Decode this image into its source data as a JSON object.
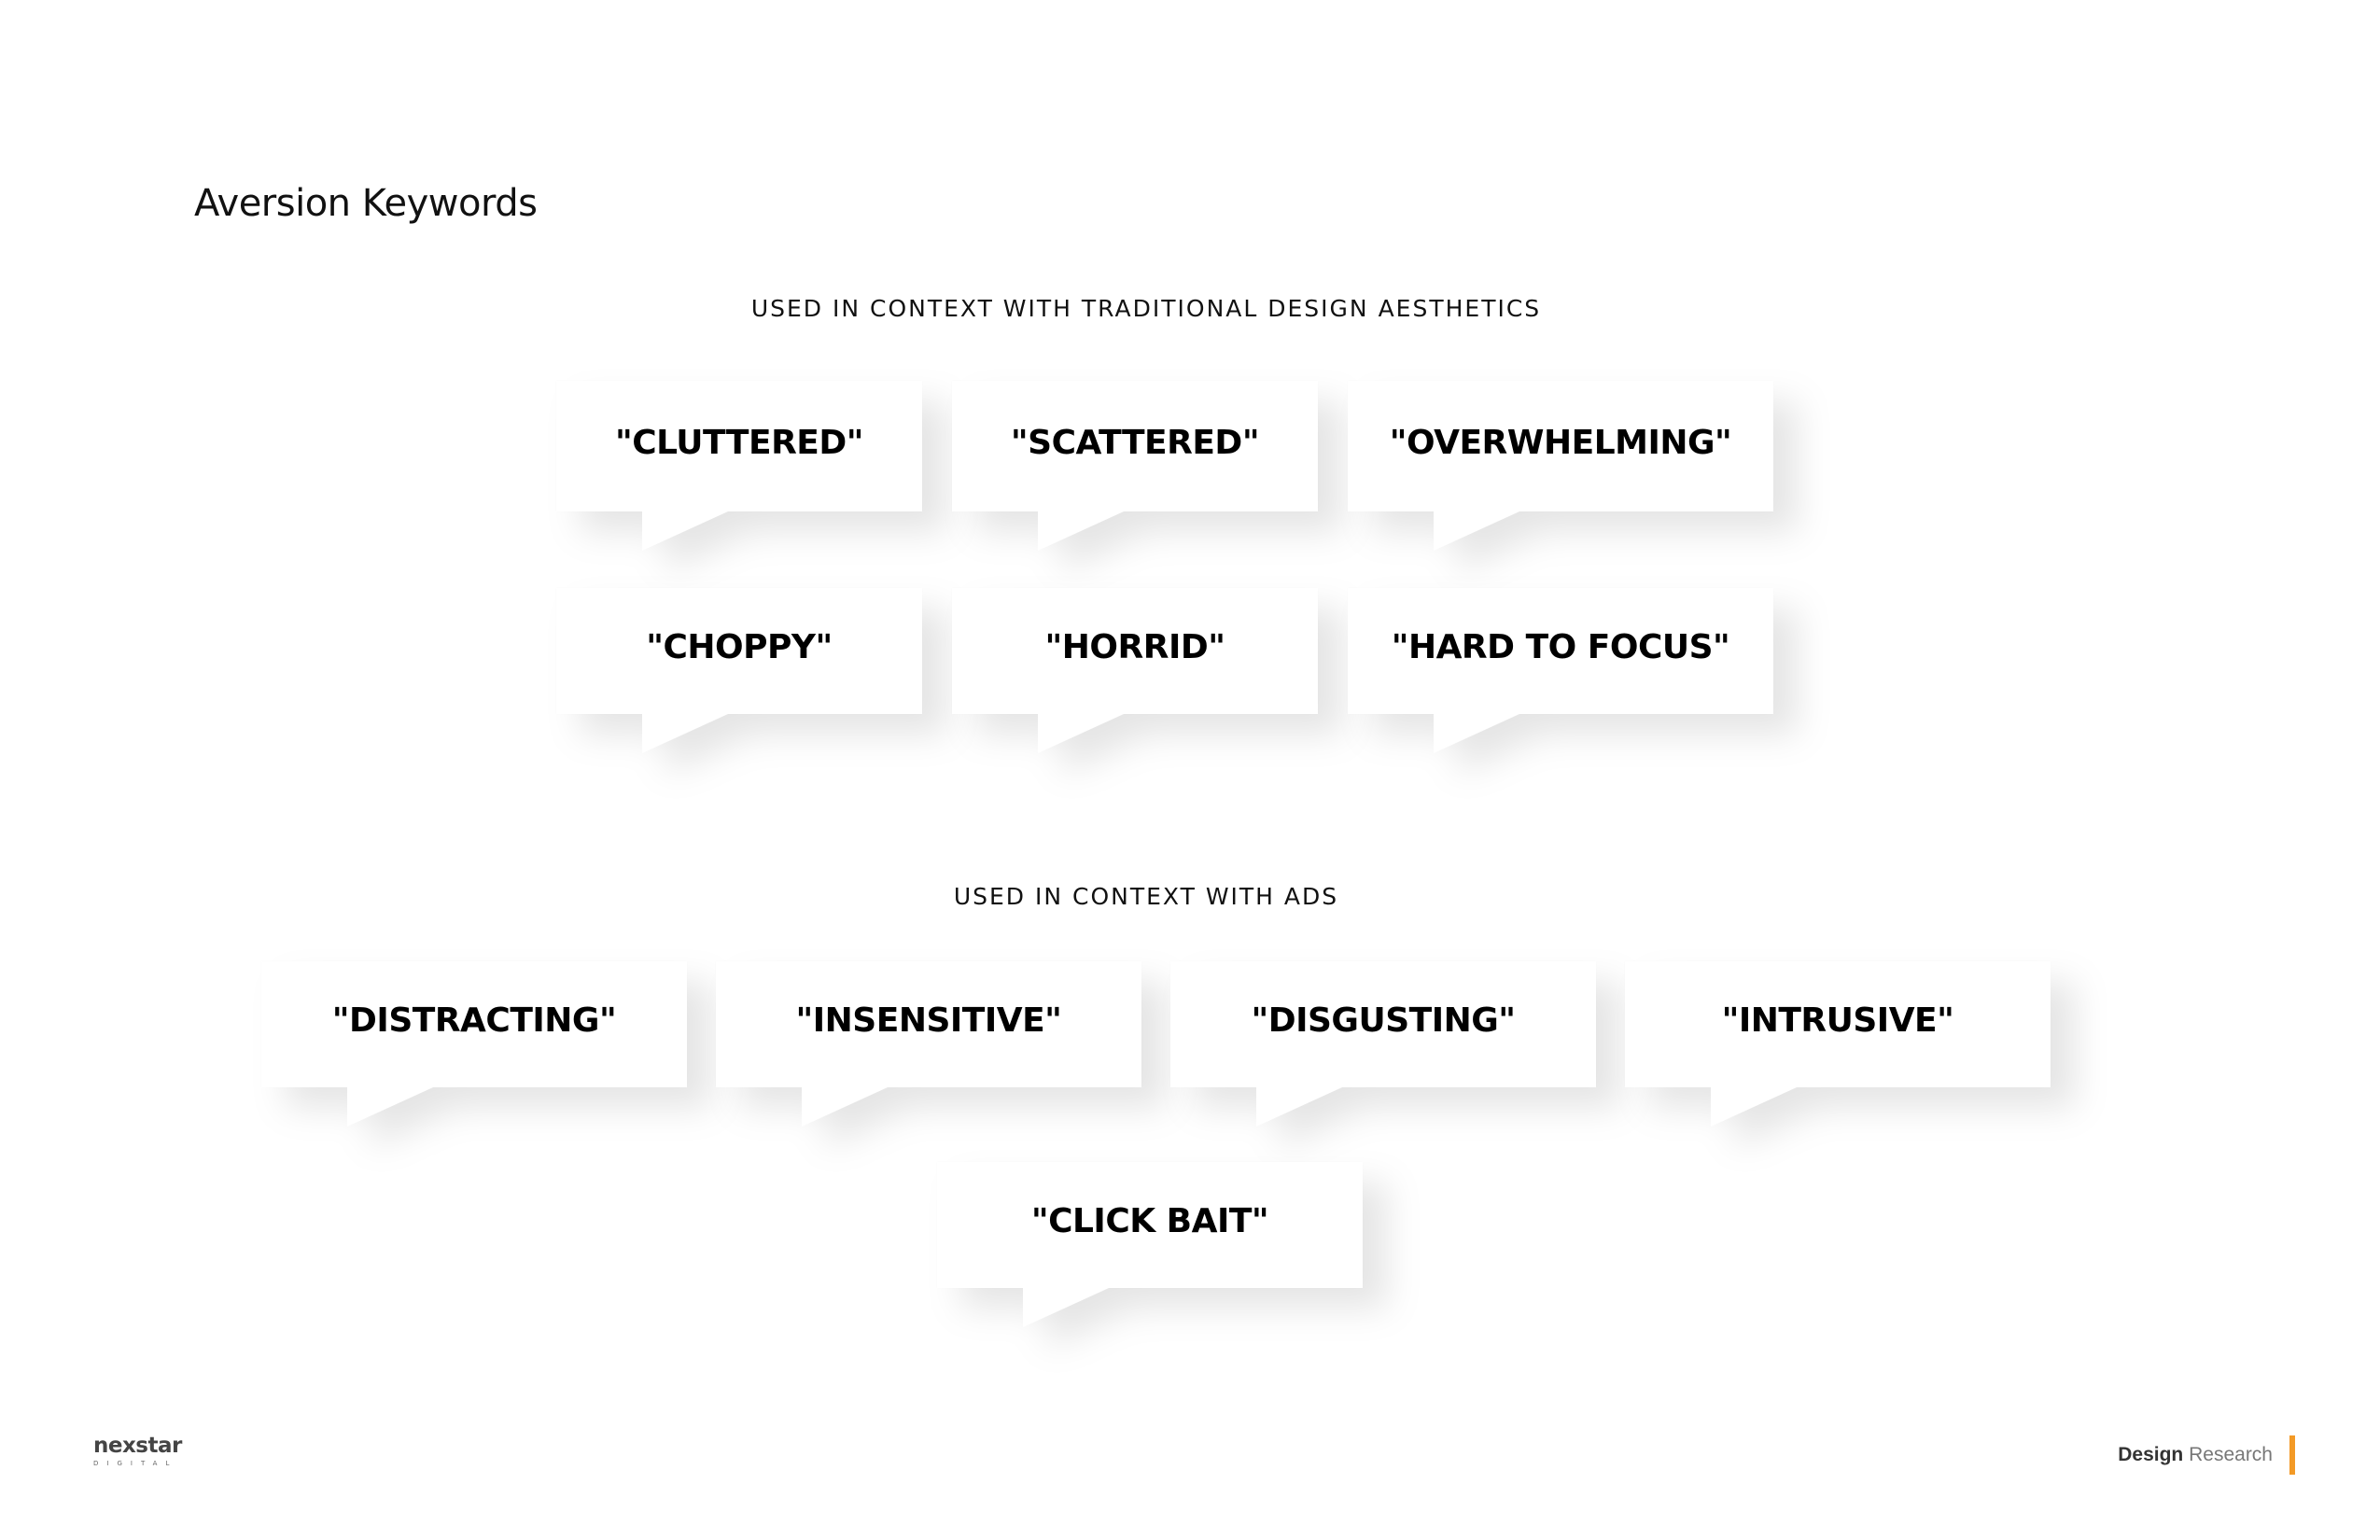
{
  "page": {
    "title": "Aversion Keywords"
  },
  "sections": [
    {
      "heading": "USED IN CONTEXT WITH TRADITIONAL DESIGN AESTHETICS",
      "keywords": [
        "\"CLUTTERED\"",
        "\"SCATTERED\"",
        "\"OVERWHELMING\"",
        "\"CHOPPY\"",
        "\"HORRID\"",
        "\"HARD TO FOCUS\""
      ]
    },
    {
      "heading": "USED IN CONTEXT WITH ADS",
      "keywords": [
        "\"DISTRACTING\"",
        "\"INSENSITIVE\"",
        "\"DISGUSTING\"",
        "\"INTRUSIVE\"",
        "\"CLICK BAIT\""
      ]
    }
  ],
  "footer": {
    "logo_main": "nexstar",
    "logo_sub": "DIGITAL",
    "label_bold": "Design",
    "label_regular": "Research",
    "accent_color": "#f39a26"
  }
}
